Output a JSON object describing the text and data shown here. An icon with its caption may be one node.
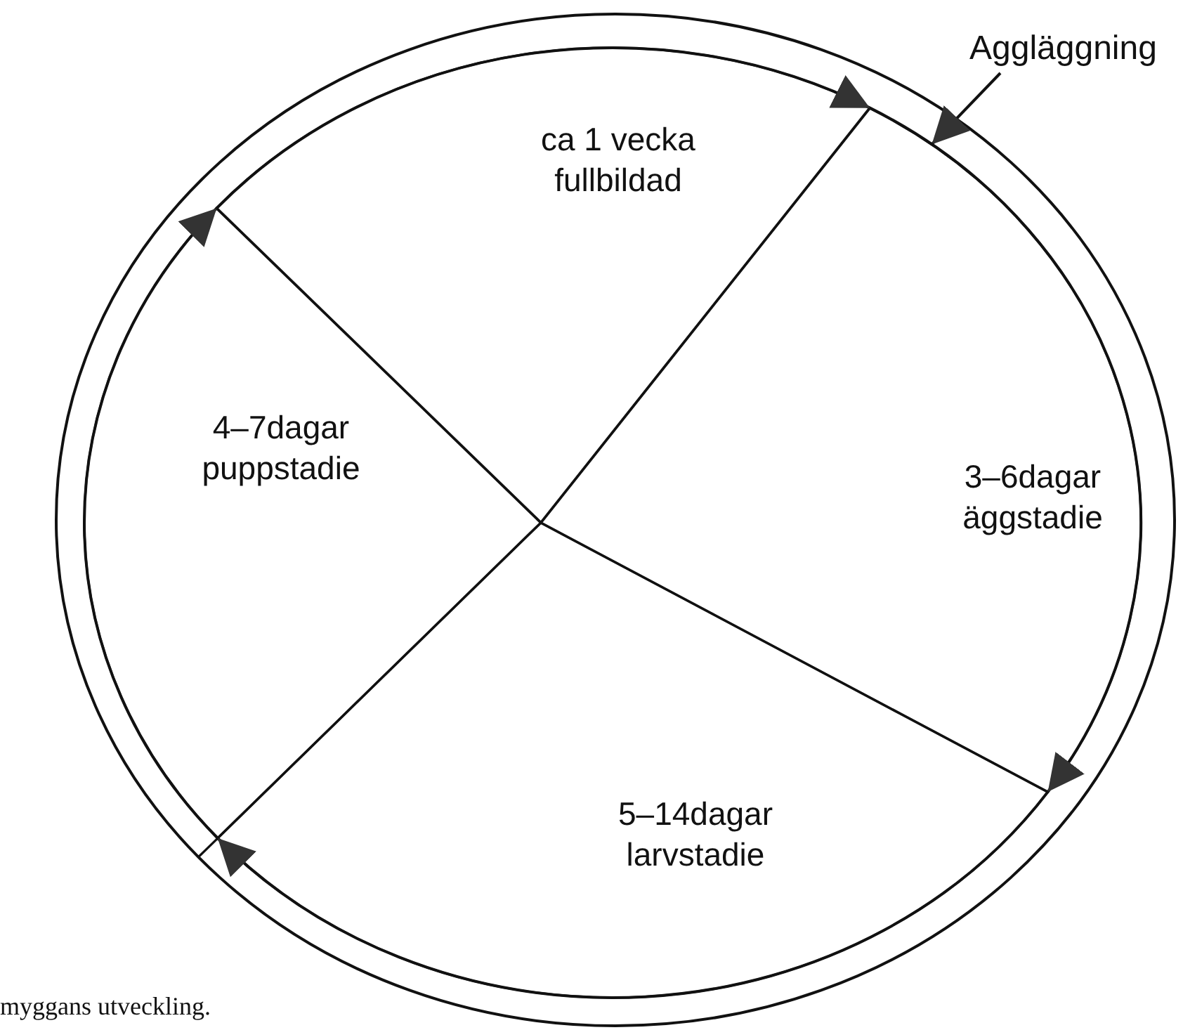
{
  "diagram": {
    "caption": "myggans utveckling.",
    "nodes": [
      {
        "text": [
          "Aggläggning"
        ]
      },
      {
        "text": [
          "ca 1 vecka",
          "fullbildad"
        ]
      },
      {
        "text": [
          "4–7dagar",
          "puppstadie"
        ]
      },
      {
        "text": [
          "3–6dagar",
          "äggstadie"
        ]
      },
      {
        "text": [
          "5–14dagar",
          "larvstadie"
        ]
      }
    ],
    "edges": [
      {
        "from": 0,
        "to": 3,
        "arrow": "to"
      },
      {
        "from": 1,
        "to": 3,
        "arrow": "to"
      },
      {
        "from": 3,
        "to": 4,
        "arrow": "to"
      },
      {
        "from": 4,
        "to": 2,
        "arrow": "to"
      },
      {
        "from": 2,
        "to": 1,
        "arrow": "to"
      }
    ]
  }
}
